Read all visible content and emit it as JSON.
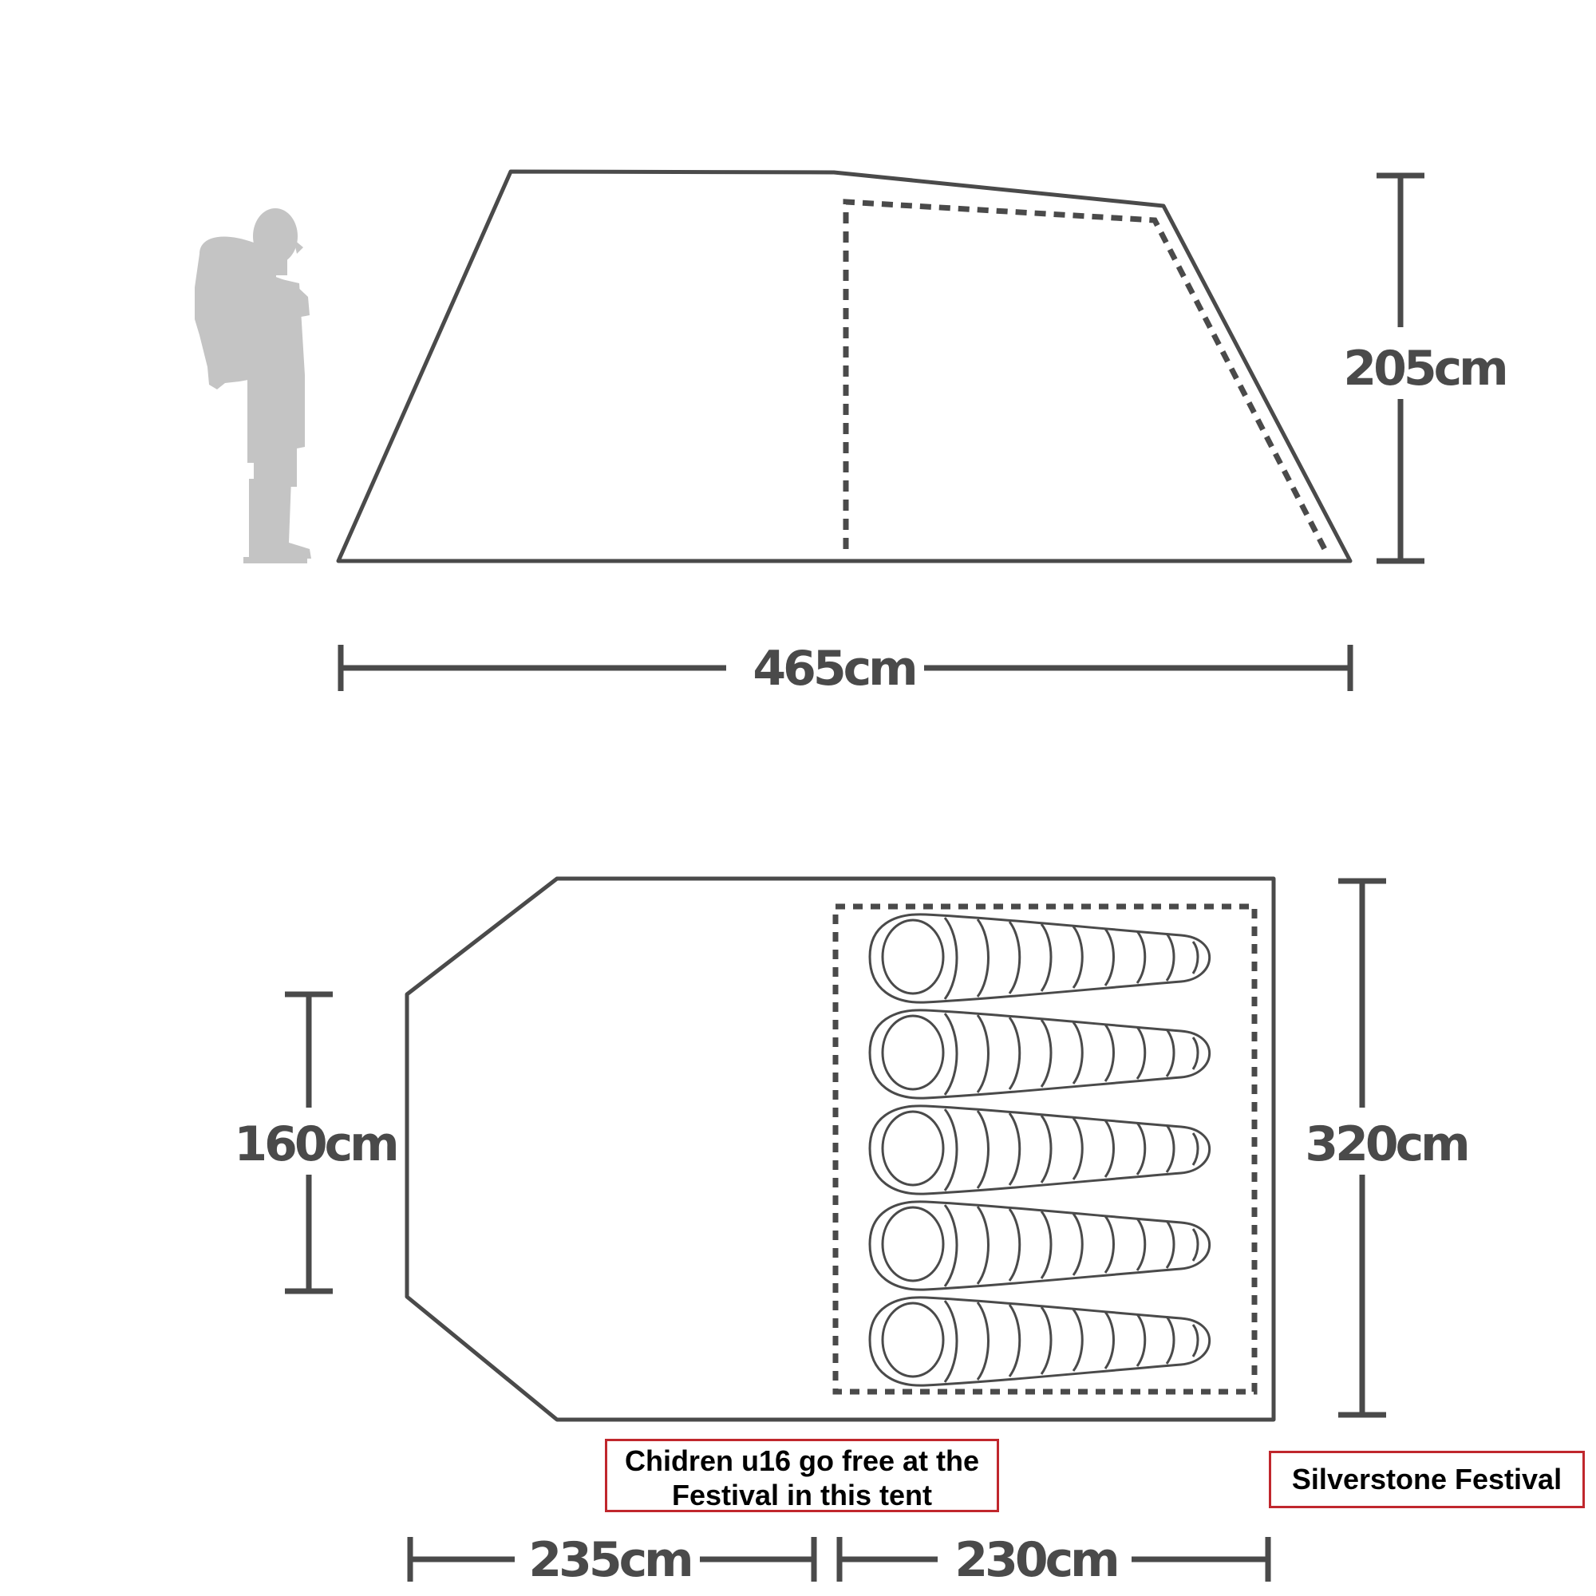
{
  "colors": {
    "outline": "#4a4a4a",
    "person": "#c4c4c4",
    "note_border": "#c0272d",
    "background": "#ffffff"
  },
  "side_view": {
    "length_label": "465cm",
    "height_label": "205cm"
  },
  "floor_plan": {
    "width_label": "320cm",
    "front_width_label": "160cm",
    "porch_length_label": "235cm",
    "bedroom_length_label": "230cm",
    "sleeping_bags": 5
  },
  "notes": {
    "children_line1": "Chidren u16 go free at the",
    "children_line2": "Festival in this tent",
    "festival": "Silverstone Festival"
  },
  "icons": {
    "person": "hiker-silhouette-icon",
    "sleeping_bag": "sleeping-bag-icon"
  }
}
